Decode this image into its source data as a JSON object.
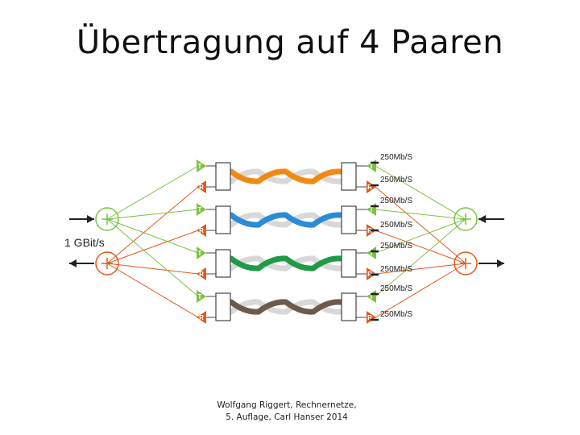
{
  "title": "Übertragung auf 4 Paaren",
  "speed_label": "1 GBit/s",
  "rate_labels": [
    "250Mb/S",
    "250Mb/S",
    "250Mb/S",
    "250Mb/S",
    "250Mb/S",
    "250Mb/S",
    "250Mb/S",
    "250Mb/S"
  ],
  "tx_symbol": "T",
  "rx_symbol": "R",
  "caption": {
    "line1": "Wolfgang Riggert, Rechnernetze,",
    "line2": "5. Auflage, Carl Hanser 2014"
  },
  "colors": {
    "transmit": "#7dc242",
    "receive": "#e05a1c",
    "pair1": "#f08a12",
    "pair2": "#2a8bd6",
    "pair3": "#1f9a48",
    "pair4": "#6e5a4c",
    "pair_white": "#d8d8d8"
  }
}
